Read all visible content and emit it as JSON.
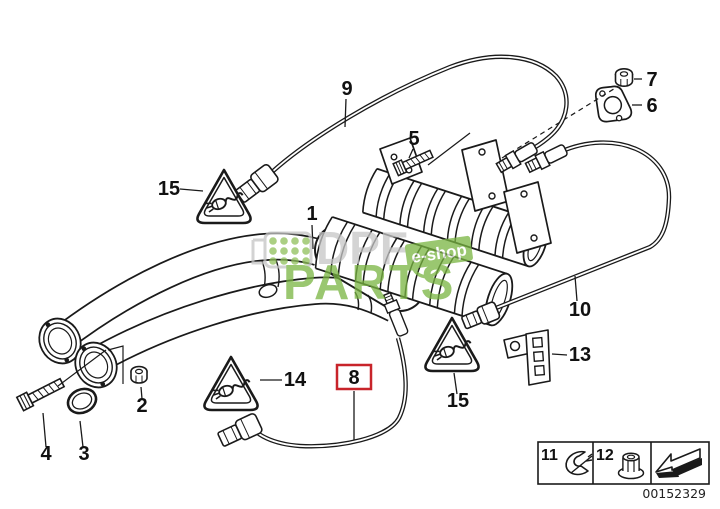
{
  "diagram": {
    "type": "exploded-parts-diagram",
    "subject": "exhaust-front-pipe-catalytic-converter-with-oxygen-sensors",
    "callouts": {
      "c1": "1",
      "c2": "2",
      "c3": "3",
      "c4": "4",
      "c5": "5",
      "c6": "6",
      "c7": "7",
      "c8": "8",
      "c9": "9",
      "c10": "10",
      "c13": "13",
      "c14": "14",
      "c15a": "15",
      "c15b": "15"
    },
    "highlighted_callout": "8",
    "highlight_color": "#c8242a",
    "line_color": "#1a1a1a",
    "legend": {
      "c11": "11",
      "c12": "12",
      "icons": [
        "cable-clamp-icon",
        "flange-nut-icon",
        "continue-arrow-icon"
      ]
    },
    "part_number": "00152329",
    "watermark": {
      "line1": "DPF",
      "line2": "PARTS",
      "badge": "e-shop",
      "green": "#79b541",
      "gray": "#c8c8c8",
      "icon": "dpf-filter-dots-icon"
    },
    "warning_triangles": {
      "icon": "plug-cable-warning-icon",
      "count": 3
    }
  }
}
